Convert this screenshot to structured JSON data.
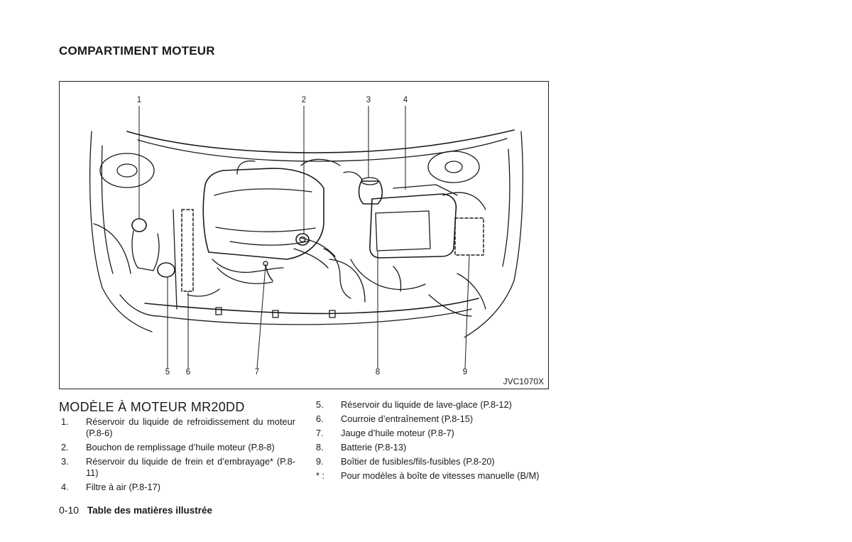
{
  "section_title": "COMPARTIMENT MOTEUR",
  "figure": {
    "code": "JVC1070X",
    "callouts_top": [
      "1",
      "2",
      "3",
      "4"
    ],
    "callouts_bottom": [
      "5",
      "6",
      "7",
      "8",
      "9"
    ]
  },
  "model_title": "MODÈLE À MOTEUR MR20DD",
  "items_left": [
    {
      "num": "1.",
      "text": "Réservoir du liquide de refroidissement du moteur (P.8-6)"
    },
    {
      "num": "2.",
      "text": "Bouchon de remplissage d’huile moteur (P.8-8)"
    },
    {
      "num": "3.",
      "text": "Réservoir du liquide de frein et d’embrayage* (P.8-11)"
    },
    {
      "num": "4.",
      "text": "Filtre à air (P.8-17)"
    }
  ],
  "items_right": [
    {
      "num": "5.",
      "text": "Réservoir du liquide de lave-glace (P.8-12)"
    },
    {
      "num": "6.",
      "text": "Courroie d’entraînement (P.8-15)"
    },
    {
      "num": "7.",
      "text": "Jauge d’huile moteur (P.8-7)"
    },
    {
      "num": "8.",
      "text": "Batterie (P.8-13)"
    },
    {
      "num": "9.",
      "text": "Boîtier de fusibles/fils-fusibles (P.8-20)"
    },
    {
      "num": "* :",
      "text": "Pour modèles à boîte de vitesses manuelle (B/M)"
    }
  ],
  "footer": {
    "page_number": "0-10",
    "title": "Table des matières illustrée"
  }
}
